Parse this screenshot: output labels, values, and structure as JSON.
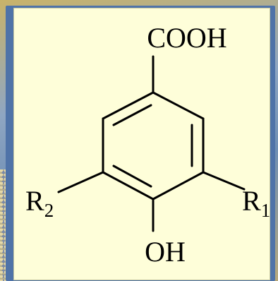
{
  "molecule": {
    "top_group": "COOH",
    "bottom_group": "OH",
    "left_substituent": {
      "symbol": "R",
      "subscript": "2"
    },
    "right_substituent": {
      "symbol": "R",
      "subscript": "1"
    }
  }
}
